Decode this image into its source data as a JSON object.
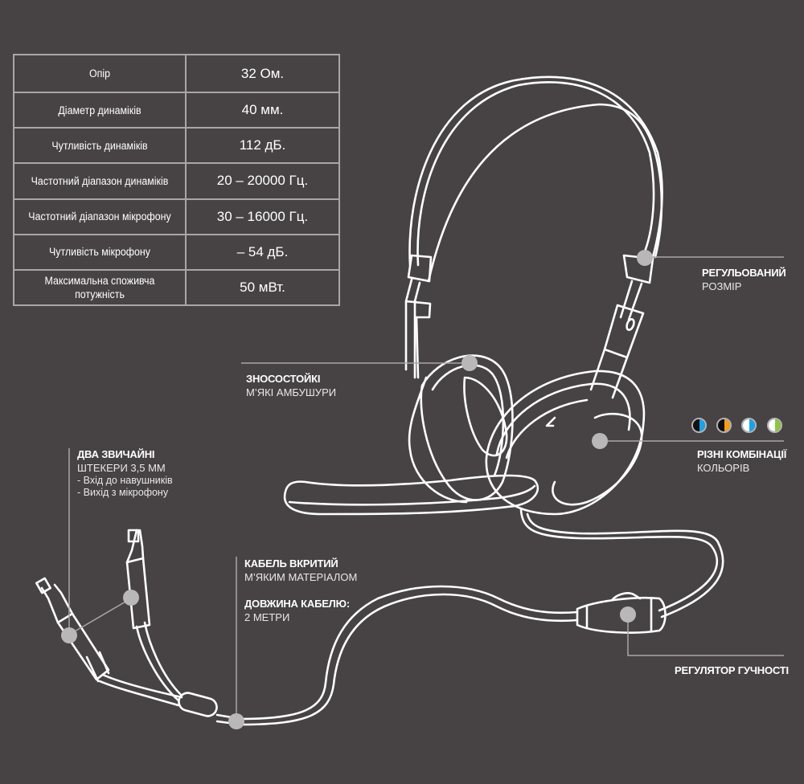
{
  "specs": [
    {
      "label": "Опір",
      "value": "32 Ом."
    },
    {
      "label": "Діаметр динаміків",
      "value": "40 мм."
    },
    {
      "label": "Чутливість динаміків",
      "value": "112 дБ."
    },
    {
      "label": "Частотний діапазон динаміків",
      "value": "20 – 20000 Гц."
    },
    {
      "label": "Частотний діапазон мікрофону",
      "value": "30 – 16000 Гц."
    },
    {
      "label": "Чутливість мікрофону",
      "value": "– 54 дБ."
    },
    {
      "label": "Максимальна споживча потужність",
      "value": "50 мВт."
    }
  ],
  "callouts": {
    "adjustable": {
      "bold": "РЕГУЛЬОВАНИЙ",
      "normal": "РОЗМІР"
    },
    "earpads": {
      "bold": "ЗНОСОСТОЙКІ",
      "normal": "М’ЯКІ АМБУШУРИ"
    },
    "colors": {
      "bold": "РІЗНІ КОМБІНАЦІЇ",
      "normal": "КОЛЬОРІВ"
    },
    "plugs": {
      "bold": "ДВА ЗВИЧАЙНІ",
      "normal": "ШТЕКЕРИ 3,5 ММ",
      "items": [
        "- Вхід до навушників",
        "- Вихід з мікрофону"
      ]
    },
    "cable": {
      "bold": "КАБЕЛЬ ВКРИТИЙ",
      "normal": "М’ЯКИМ МАТЕРІАЛОМ",
      "bold2": "ДОВЖИНА КАБЕЛЮ:",
      "normal2": "2 МЕТРИ"
    },
    "volume": {
      "bold": "РЕГУЛЯТОР ГУЧНОСТІ"
    }
  },
  "color_combos": [
    {
      "left": "#111111",
      "right": "#1aa3e8"
    },
    {
      "left": "#111111",
      "right": "#f5a01a"
    },
    {
      "left": "#ffffff",
      "right": "#1aa3e8"
    },
    {
      "left": "#ffffff",
      "right": "#8cc63f"
    }
  ],
  "colors": {
    "background": "#474344",
    "line": "#ffffff",
    "marker": "#b9b7b8",
    "leader": "#a8a6a7"
  }
}
